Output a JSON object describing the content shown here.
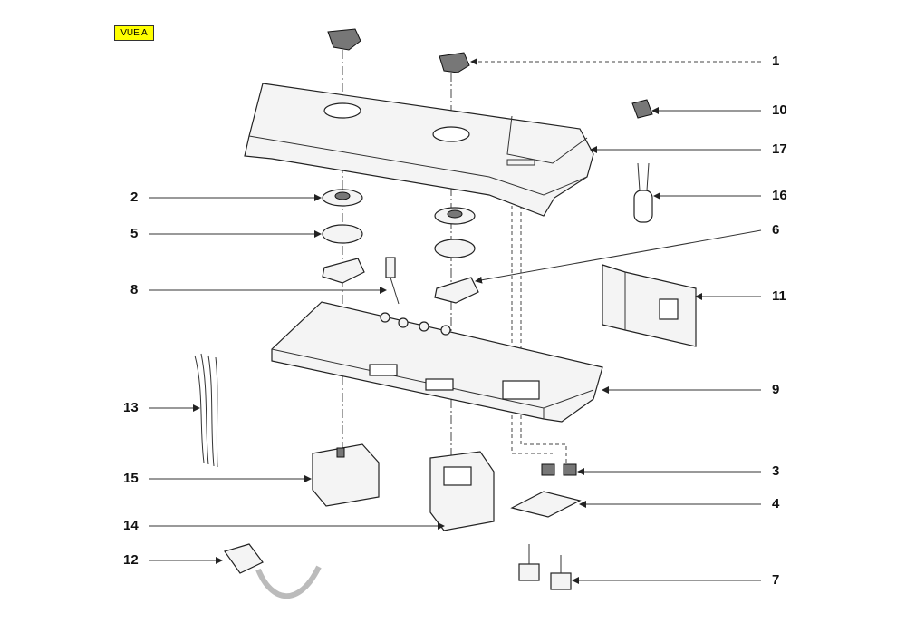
{
  "view_label": "VUE A",
  "callouts": {
    "c1": "1",
    "c10": "10",
    "c17": "17",
    "c16": "16",
    "c2": "2",
    "c6": "6",
    "c5": "5",
    "c8": "8",
    "c11": "11",
    "c9": "9",
    "c13": "13",
    "c3": "3",
    "c15": "15",
    "c4": "4",
    "c14": "14",
    "c12": "12",
    "c7": "7"
  }
}
